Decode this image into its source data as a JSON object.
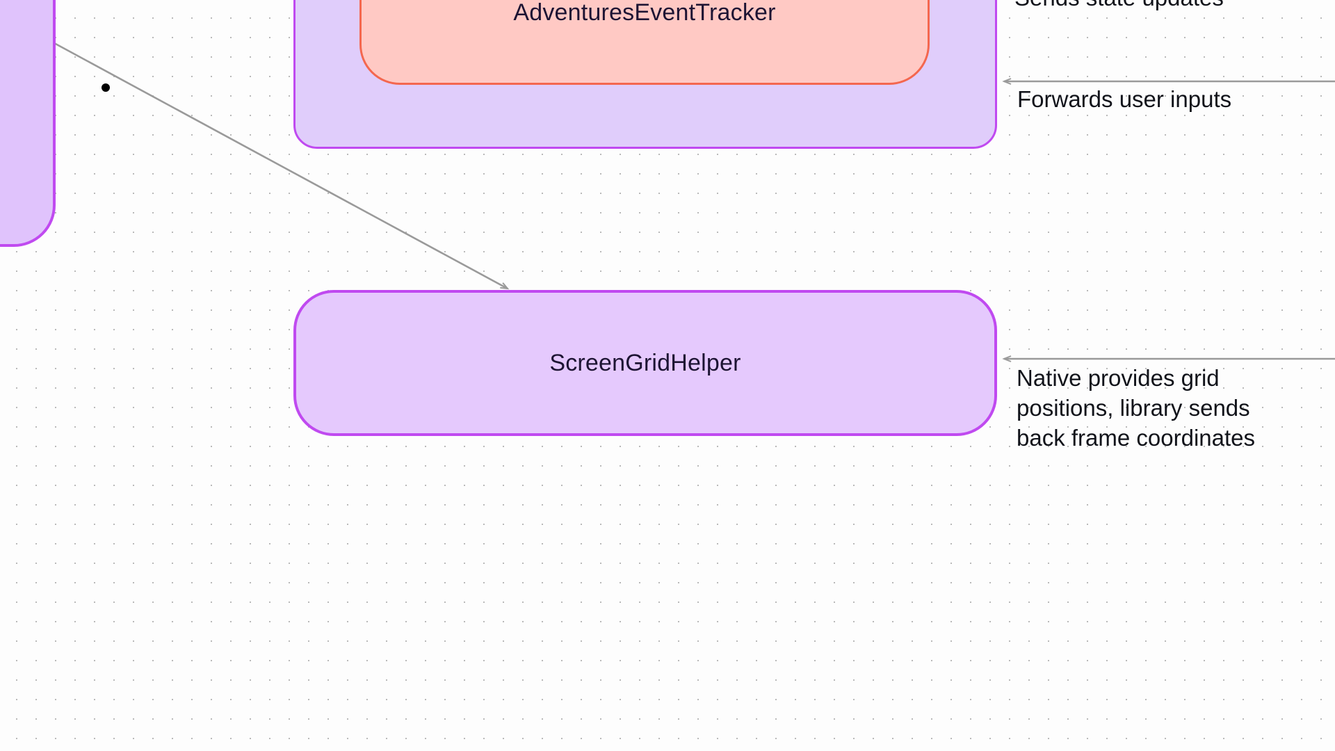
{
  "diagram": {
    "type": "flowchart",
    "background": "#fdfdfd",
    "grid": "dotted",
    "colors": {
      "group_fill": "#e0cdfb",
      "group_border": "#c04af0",
      "node_purple_fill": "#e5c9fd",
      "node_purple_border": "#c04af0",
      "node_red_fill": "#ffc9c4",
      "node_red_border": "#f4674f",
      "edge_stroke": "#9a9a9a",
      "text": "#11131a"
    },
    "nodes": [
      {
        "id": "left-partial",
        "label": "",
        "style": "purple",
        "note": "node clipped by the left viewport edge"
      },
      {
        "id": "event-tracker",
        "label": "AdventuresEventTracker",
        "style": "red"
      },
      {
        "id": "grid-helper",
        "label": "ScreenGridHelper",
        "style": "purple"
      }
    ],
    "group": {
      "id": "group-adventures",
      "label": "",
      "contains": [
        "event-tracker"
      ]
    },
    "edge_labels": [
      {
        "id": "sends-state-updates",
        "text": "Sends state updates",
        "clipped_top": true
      },
      {
        "id": "forwards-user-inputs",
        "text": "Forwards user inputs",
        "clipped_top": false
      },
      {
        "id": "native-grid",
        "text": "Native provides grid positions, library sends back frame coordinates",
        "clipped_top": false
      }
    ],
    "edges": [
      {
        "from": "left-partial",
        "to": "grid-helper",
        "kind": "diagonal-arrow"
      },
      {
        "from": "sends-state-updates",
        "to": "event-tracker",
        "kind": "elbow-arrow"
      },
      {
        "from": "forwards-user-inputs",
        "to": "group-adventures",
        "kind": "straight-arrow"
      },
      {
        "from": "native-grid",
        "to": "grid-helper",
        "kind": "straight-arrow"
      }
    ],
    "marker": {
      "id": "cursor-dot",
      "shape": "dot",
      "color": "#000000"
    }
  }
}
